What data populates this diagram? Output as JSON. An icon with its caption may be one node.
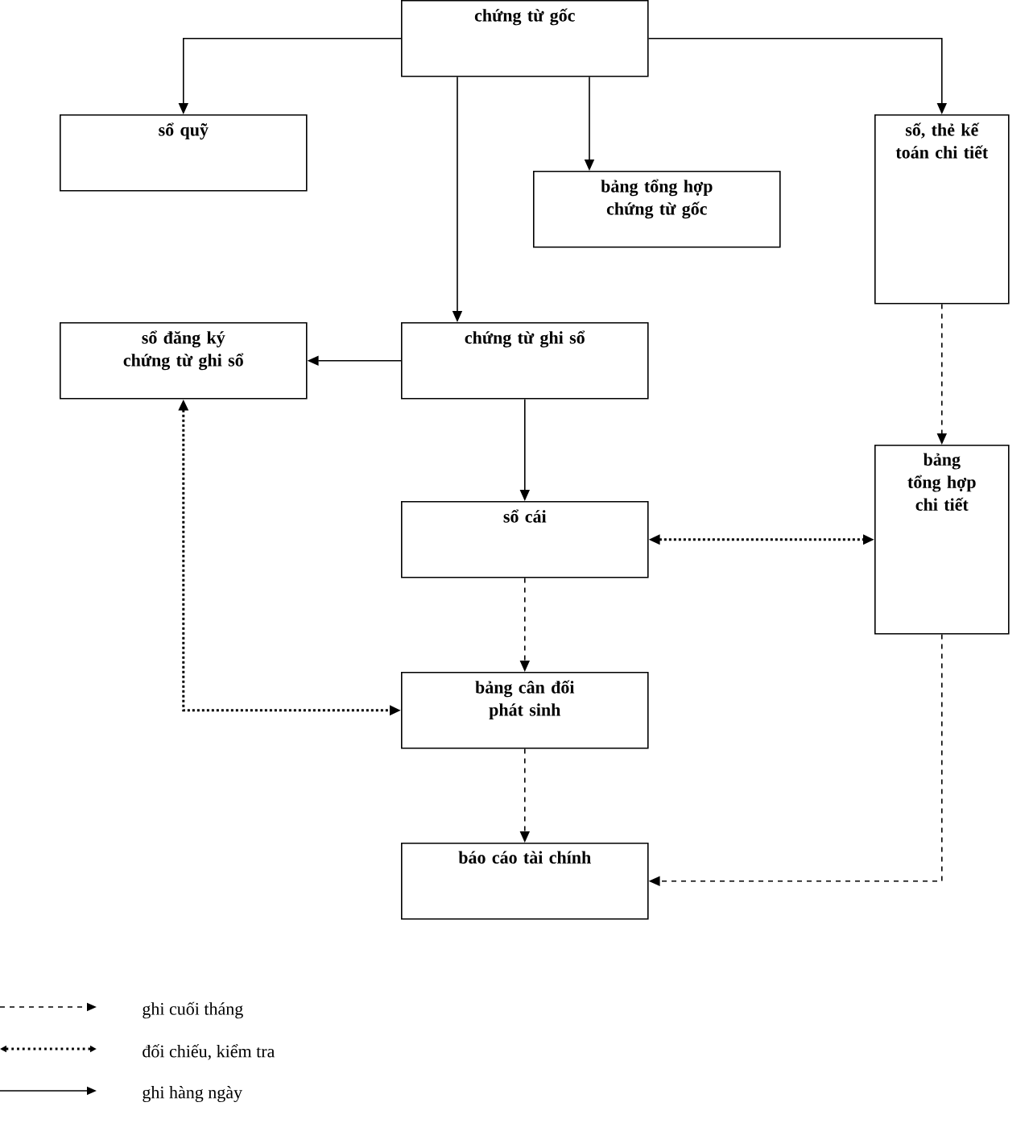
{
  "diagram": {
    "nodes": [
      {
        "text": [
          "chứng từ gốc"
        ]
      },
      {
        "text": [
          "sổ quỹ"
        ]
      },
      {
        "text": [
          "số, thẻ kế toán chi tiết"
        ]
      },
      {
        "text": [
          "bảng tổng hợp chứng từ gốc"
        ]
      },
      {
        "text": [
          "sổ đăng ký chứng từ ghi sổ"
        ]
      },
      {
        "text": [
          "chứng từ ghi sổ"
        ]
      },
      {
        "text": [
          "sổ cái"
        ]
      },
      {
        "text": [
          "bảng tổng hợp chi tiết"
        ]
      },
      {
        "text": [
          "bảng cân đối phát sinh"
        ]
      },
      {
        "text": [
          "báo cáo tài chính"
        ]
      }
    ],
    "edges": [
      {
        "from": 0,
        "to": 1,
        "arrow": "to"
      },
      {
        "from": 0,
        "to": 2,
        "arrow": "to"
      },
      {
        "from": 0,
        "to": 3,
        "arrow": "to"
      },
      {
        "from": 0,
        "to": 5,
        "arrow": "to"
      },
      {
        "from": 5,
        "to": 4,
        "arrow": "to"
      },
      {
        "from": 5,
        "to": 6,
        "arrow": "to"
      },
      {
        "from": 2,
        "to": 7,
        "arrow": "to",
        "style": "dashed"
      },
      {
        "from": 6,
        "to": 7,
        "arrow": "both",
        "style": "dashed"
      },
      {
        "from": 4,
        "to": 8,
        "arrow": "both",
        "style": "dashed"
      },
      {
        "from": 6,
        "to": 8,
        "arrow": "to",
        "style": "dashed"
      },
      {
        "from": 8,
        "to": 9,
        "arrow": "to",
        "style": "dashed"
      },
      {
        "from": 7,
        "to": 9,
        "arrow": "to",
        "style": "dashed"
      }
    ],
    "legend": [
      {
        "text": "ghi cuối tháng"
      },
      {
        "text": "đối chiếu, kiểm tra"
      },
      {
        "text": "ghi hàng ngày"
      }
    ]
  }
}
